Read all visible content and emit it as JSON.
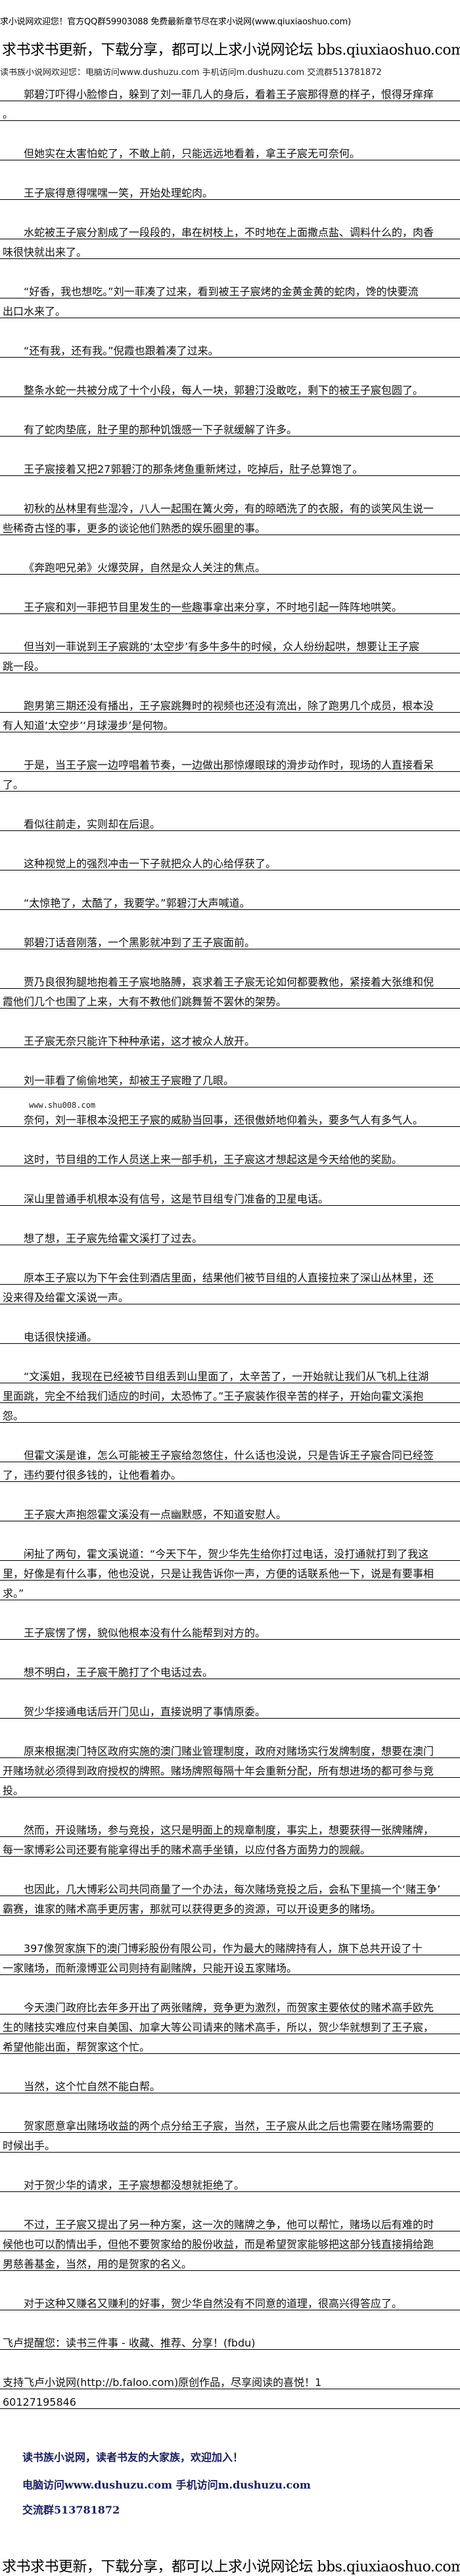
{
  "header": {
    "welcome": "求小说网欢迎您！官方QQ群59903088 免费最新章节尽在求小说网(www.qiuxiaoshuo.com)",
    "forum": "求书求书更新，下载分享，都可以上求小说网论坛 bbs.qiuxiaoshuo.com",
    "dushuzu": "读书族小说网欢迎您：电脑访问www.dushuzu.com 手机访问m.dushuzu.com 交流群513781872"
  },
  "body": {
    "paragraphs": [
      {
        "lines": [
          "郭碧汀吓得小脸惨白，躲到了刘一菲几人的身后，看着王子宸那得意的样子，恨得牙痒痒",
          "。"
        ]
      },
      {
        "lines": [
          "但她实在太害怕蛇了，不敢上前，只能远远地看着，拿王子宸无可奈何。"
        ]
      },
      {
        "lines": [
          "王子宸得意得嘿嘿一笑，开始处理蛇肉。"
        ]
      },
      {
        "lines": [
          "水蛇被王子宸分割成了一段段的，串在树枝上，不时地在上面撒点盐、调料什么的，肉香",
          "味很快就出来了。"
        ]
      },
      {
        "lines": [
          "“好香，我也想吃。”刘一菲凑了过来，看到被王子宸烤的金黄金黄的蛇肉，馋的快要流",
          "出口水来了。"
        ]
      },
      {
        "lines": [
          "“还有我，还有我。”倪霞也跟着凑了过来。"
        ]
      },
      {
        "lines": [
          "整条水蛇一共被分成了十个小段，每人一块，郭碧汀没敢吃，剩下的被王子宸包圆了。"
        ]
      },
      {
        "lines": [
          "有了蛇肉垫底，肚子里的那种饥饿感一下子就缓解了许多。"
        ]
      },
      {
        "lines": [
          "王子宸接着又把27郭碧汀的那条烤鱼重新烤过，吃掉后，肚子总算饱了。"
        ]
      },
      {
        "lines": [
          "初秋的丛林里有些湿冷，八人一起围在篝火旁，有的晾晒洗了的衣服，有的谈笑风生说一",
          "些稀奇古怪的事，更多的谈论他们熟悉的娱乐圈里的事。"
        ]
      },
      {
        "lines": [
          "《奔跑吧兄弟》火爆荧屏，自然是众人关注的焦点。"
        ]
      },
      {
        "lines": [
          "王子宸和刘一菲把节目里发生的一些趣事拿出来分享，不时地引起一阵阵地哄笑。"
        ]
      },
      {
        "lines": [
          "但当刘一菲说到王子宸跳的‘太空步’有多牛多牛的时候，众人纷纷起哄，想要让王子宸",
          "跳一段。"
        ]
      },
      {
        "lines": [
          "跑男第三期还没有播出，王子宸跳舞时的视频也还没有流出，除了跑男几个成员，根本没",
          "有人知道‘太空步’‘月球漫步’是何物。"
        ]
      },
      {
        "lines": [
          "于是，当王子宸一边哼唱着节奏，一边做出那惊爆眼球的滑步动作时，现场的人直接看呆",
          "了。"
        ]
      },
      {
        "lines": [
          "看似往前走，实则却在后退。"
        ]
      },
      {
        "lines": [
          "这种视觉上的强烈冲击一下子就把众人的心给俘获了。"
        ]
      },
      {
        "lines": [
          "“太惊艳了，太酷了，我要学。”郭碧汀大声喊道。"
        ]
      },
      {
        "lines": [
          "郭碧汀话音刚落，一个黑影就冲到了王子宸面前。"
        ]
      },
      {
        "lines": [
          "贾乃良很狗腿地抱着王子宸地胳膊，哀求着王子宸无论如何都要教他，紧接着大张维和倪",
          "霞他们几个也围了上来，大有不教他们跳舞誓不罢休的架势。"
        ]
      },
      {
        "lines": [
          "王子宸无奈只能许下种种承诺，这才被众人放开。"
        ]
      },
      {
        "lines": [
          "刘一菲看了偷偷地笑，却被王子宸瞪了几眼。"
        ]
      },
      {
        "note": "www.shu008.com",
        "lines": [
          "奈何，刘一菲根本没把王子宸的威胁当回事，还很傲娇地仰着头，要多气人有多气人。"
        ]
      },
      {
        "lines": [
          "这时，节目组的工作人员送上来一部手机，王子宸这才想起这是今天给他的奖励。"
        ]
      },
      {
        "lines": [
          "深山里普通手机根本没有信号，这是节目组专门准备的卫星电话。"
        ]
      },
      {
        "lines": [
          "想了想，王子宸先给霍文溪打了过去。"
        ]
      },
      {
        "lines": [
          "原本王子宸以为下午会住到酒店里面，结果他们被节目组的人直接拉来了深山丛林里，还",
          "没来得及给霍文溪说一声。"
        ]
      },
      {
        "lines": [
          "电话很快接通。"
        ]
      },
      {
        "lines": [
          "“文溪姐，我现在已经被节目组丢到山里面了，太辛苦了，一开始就让我们从飞机上往湖",
          "里面跳，完全不给我们适应的时间，太恐怖了。”王子宸装作很辛苦的样子，开始向霍文溪抱",
          "怨。"
        ]
      },
      {
        "lines": [
          "但霍文溪是谁，怎么可能被王子宸给忽悠住，什么话也没说，只是告诉王子宸合同已经签",
          "了，违约要付很多钱的，让他看着办。"
        ]
      },
      {
        "lines": [
          "王子宸大声抱怨霍文溪没有一点幽默感，不知道安慰人。"
        ]
      },
      {
        "lines": [
          "闲扯了两句，霍文溪说道：“今天下午，贺少华先生给你打过电话，没打通就打到了我这",
          "里，好像是有什么事，他也没说，只是让我告诉你一声，方便的话联系他一下，说是有要事相",
          "求。”"
        ]
      },
      {
        "lines": [
          "王子宸愣了愣，貌似他根本没有什么能帮到对方的。"
        ]
      },
      {
        "lines": [
          "想不明白，王子宸干脆打了个电话过去。"
        ]
      },
      {
        "lines": [
          "贺少华接通电话后开门见山，直接说明了事情原委。"
        ]
      },
      {
        "lines": [
          "原来根据澳门特区政府实施的澳门赌业管理制度，政府对赌场实行发牌制度，想要在澳门",
          "开赌场就必须得到政府授权的牌照。赌场牌照每隔十年会重新分配，所有想进场的都可参与竞",
          "投。"
        ]
      },
      {
        "lines": [
          "然而，开设赌场，参与竞投，这只是明面上的规章制度，事实上，想要获得一张牌赌牌，",
          "每一家博彩公司还要有能拿得出手的赌术高手坐镇，以应付各方面势力的觊觎。"
        ]
      },
      {
        "lines": [
          "也因此，几大博彩公司共同商量了一个办法，每次赌场竞投之后，会私下里搞一个‘赌王争’",
          "霸赛，谁家的赌术高手更厉害，那就可以获得更多的资源，可以开设更多的赌场。"
        ]
      },
      {
        "lines": [
          "397像贺家旗下的澳门博彩股份有限公司，作为最大的赌牌持有人，旗下总共开设了十",
          "一家赌场，而新濠博亚公司则持有副赌牌，只能开设五家赌场。"
        ]
      },
      {
        "lines": [
          "今天澳门政府比去年多开出了两张赌牌，竞争更为激烈，而贺家主要依仗的赌术高手欧先",
          "生的赌技实难应付来自美国、加拿大等公司请来的赌术高手，所以，贺少华就想到了王子宸，",
          "希望他能出面，帮贺家这个忙。"
        ]
      },
      {
        "lines": [
          "当然，这个忙自然不能白帮。"
        ]
      },
      {
        "lines": [
          "贺家愿意拿出赌场收益的两个点分给王子宸，当然，王子宸从此之后也需要在赌场需要的",
          "时候出手。"
        ]
      },
      {
        "lines": [
          "对于贺少华的请求，王子宸想都没想就拒绝了。"
        ]
      },
      {
        "lines": [
          "不过，王子宸又提出了另一种方案，这一次的赌牌之争，他可以帮忙，赌场以后有难的时",
          "候他也可以酌情出手，但他不要贺家给的股份收益，而是希望贺家能够把这部分钱直接捐给跑",
          "男慈善基金，当然，用的是贺家的名义。"
        ]
      },
      {
        "lines": [
          "对于这种又赚名又赚利的好事，贺少华自然没有不同意的道理，很高兴得答应了。"
        ]
      },
      {
        "noindent": true,
        "lines": [
          "飞卢提醒您：读书三件事 - 收藏、推荐、分享！(fbdu)"
        ]
      },
      {
        "noindent": true,
        "tight": true,
        "lines": [
          "支持飞卢小说网(http://b.faloo.com)原创作品，尽享阅读的喜悦！1"
        ]
      },
      {
        "noindent": true,
        "lines": [
          "60127195846"
        ]
      }
    ]
  },
  "footer": {
    "slogan": "读书族小说网，读者书友的大家族，欢迎加入！",
    "access": "电脑访问www.dushuzu.com 手机访问m.dushuzu.com",
    "group": "交流群513781872",
    "forum": "求书求书更新，下载分享，都可以上求小说网论坛 bbs.qiuxiaoshuo.com"
  }
}
